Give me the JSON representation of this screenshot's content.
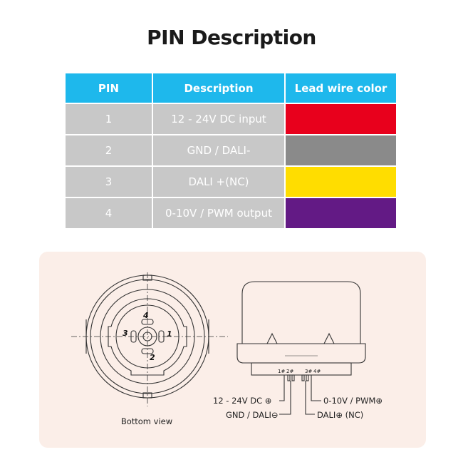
{
  "title": "PIN Description",
  "table": {
    "headers": [
      "PIN",
      "Description",
      "Lead wire color"
    ],
    "rows": [
      {
        "pin": "1",
        "description": "12 - 24V DC input",
        "color": "#e8001c"
      },
      {
        "pin": "2",
        "description": "GND / DALI-",
        "color": "#8a8a8a"
      },
      {
        "pin": "3",
        "description": "DALI +(NC)",
        "color": "#ffdd00"
      },
      {
        "pin": "4",
        "description": "0-10V / PWM output",
        "color": "#631a85"
      }
    ]
  },
  "bottom_view": {
    "caption": "Bottom view",
    "pin_labels": [
      "1",
      "2",
      "3",
      "4"
    ]
  },
  "side_view": {
    "pin_marks": [
      "1#",
      "2#",
      "3#",
      "4#"
    ],
    "callouts": {
      "pin1": "12 - 24V DC ⊕",
      "pin2": "GND / DALI⊖",
      "pin3": "DALI⊕ (NC)",
      "pin4": "0-10V / PWM⊕"
    }
  },
  "colors": {
    "header_bg": "#1eb8ec",
    "cell_bg": "#c8c8c8",
    "panel_bg": "#fbeee8"
  }
}
